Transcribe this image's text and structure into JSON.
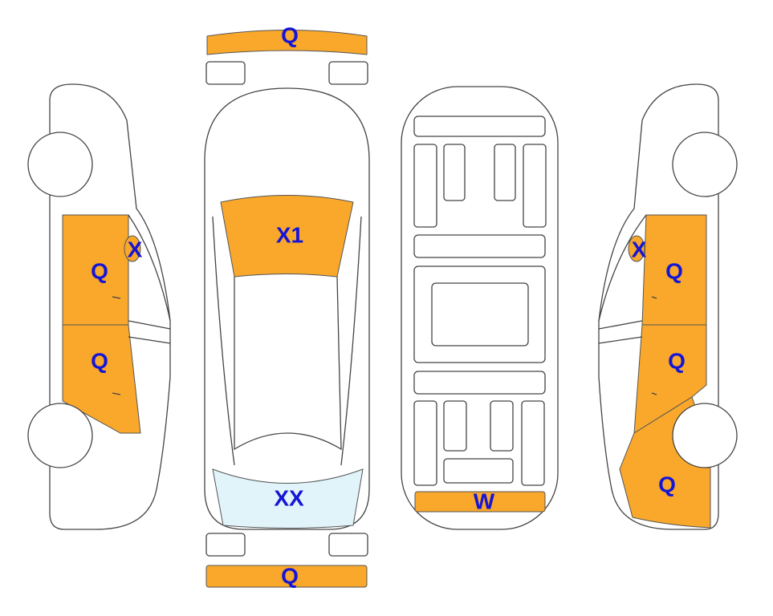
{
  "colors": {
    "damage": "#F9A82B",
    "glass": "#E1F4FA",
    "label": "#1515D6"
  },
  "labels": {
    "front_bumper": "Q",
    "windshield": "X1",
    "rear_window": "XX",
    "rear_bumper": "Q",
    "underbody_rear": "W",
    "left_front_door": "Q",
    "left_rear_door": "Q",
    "left_mirror": "X",
    "right_mirror": "X",
    "right_front_door": "Q",
    "right_rear_door": "Q",
    "right_rear_quarter": "Q"
  }
}
